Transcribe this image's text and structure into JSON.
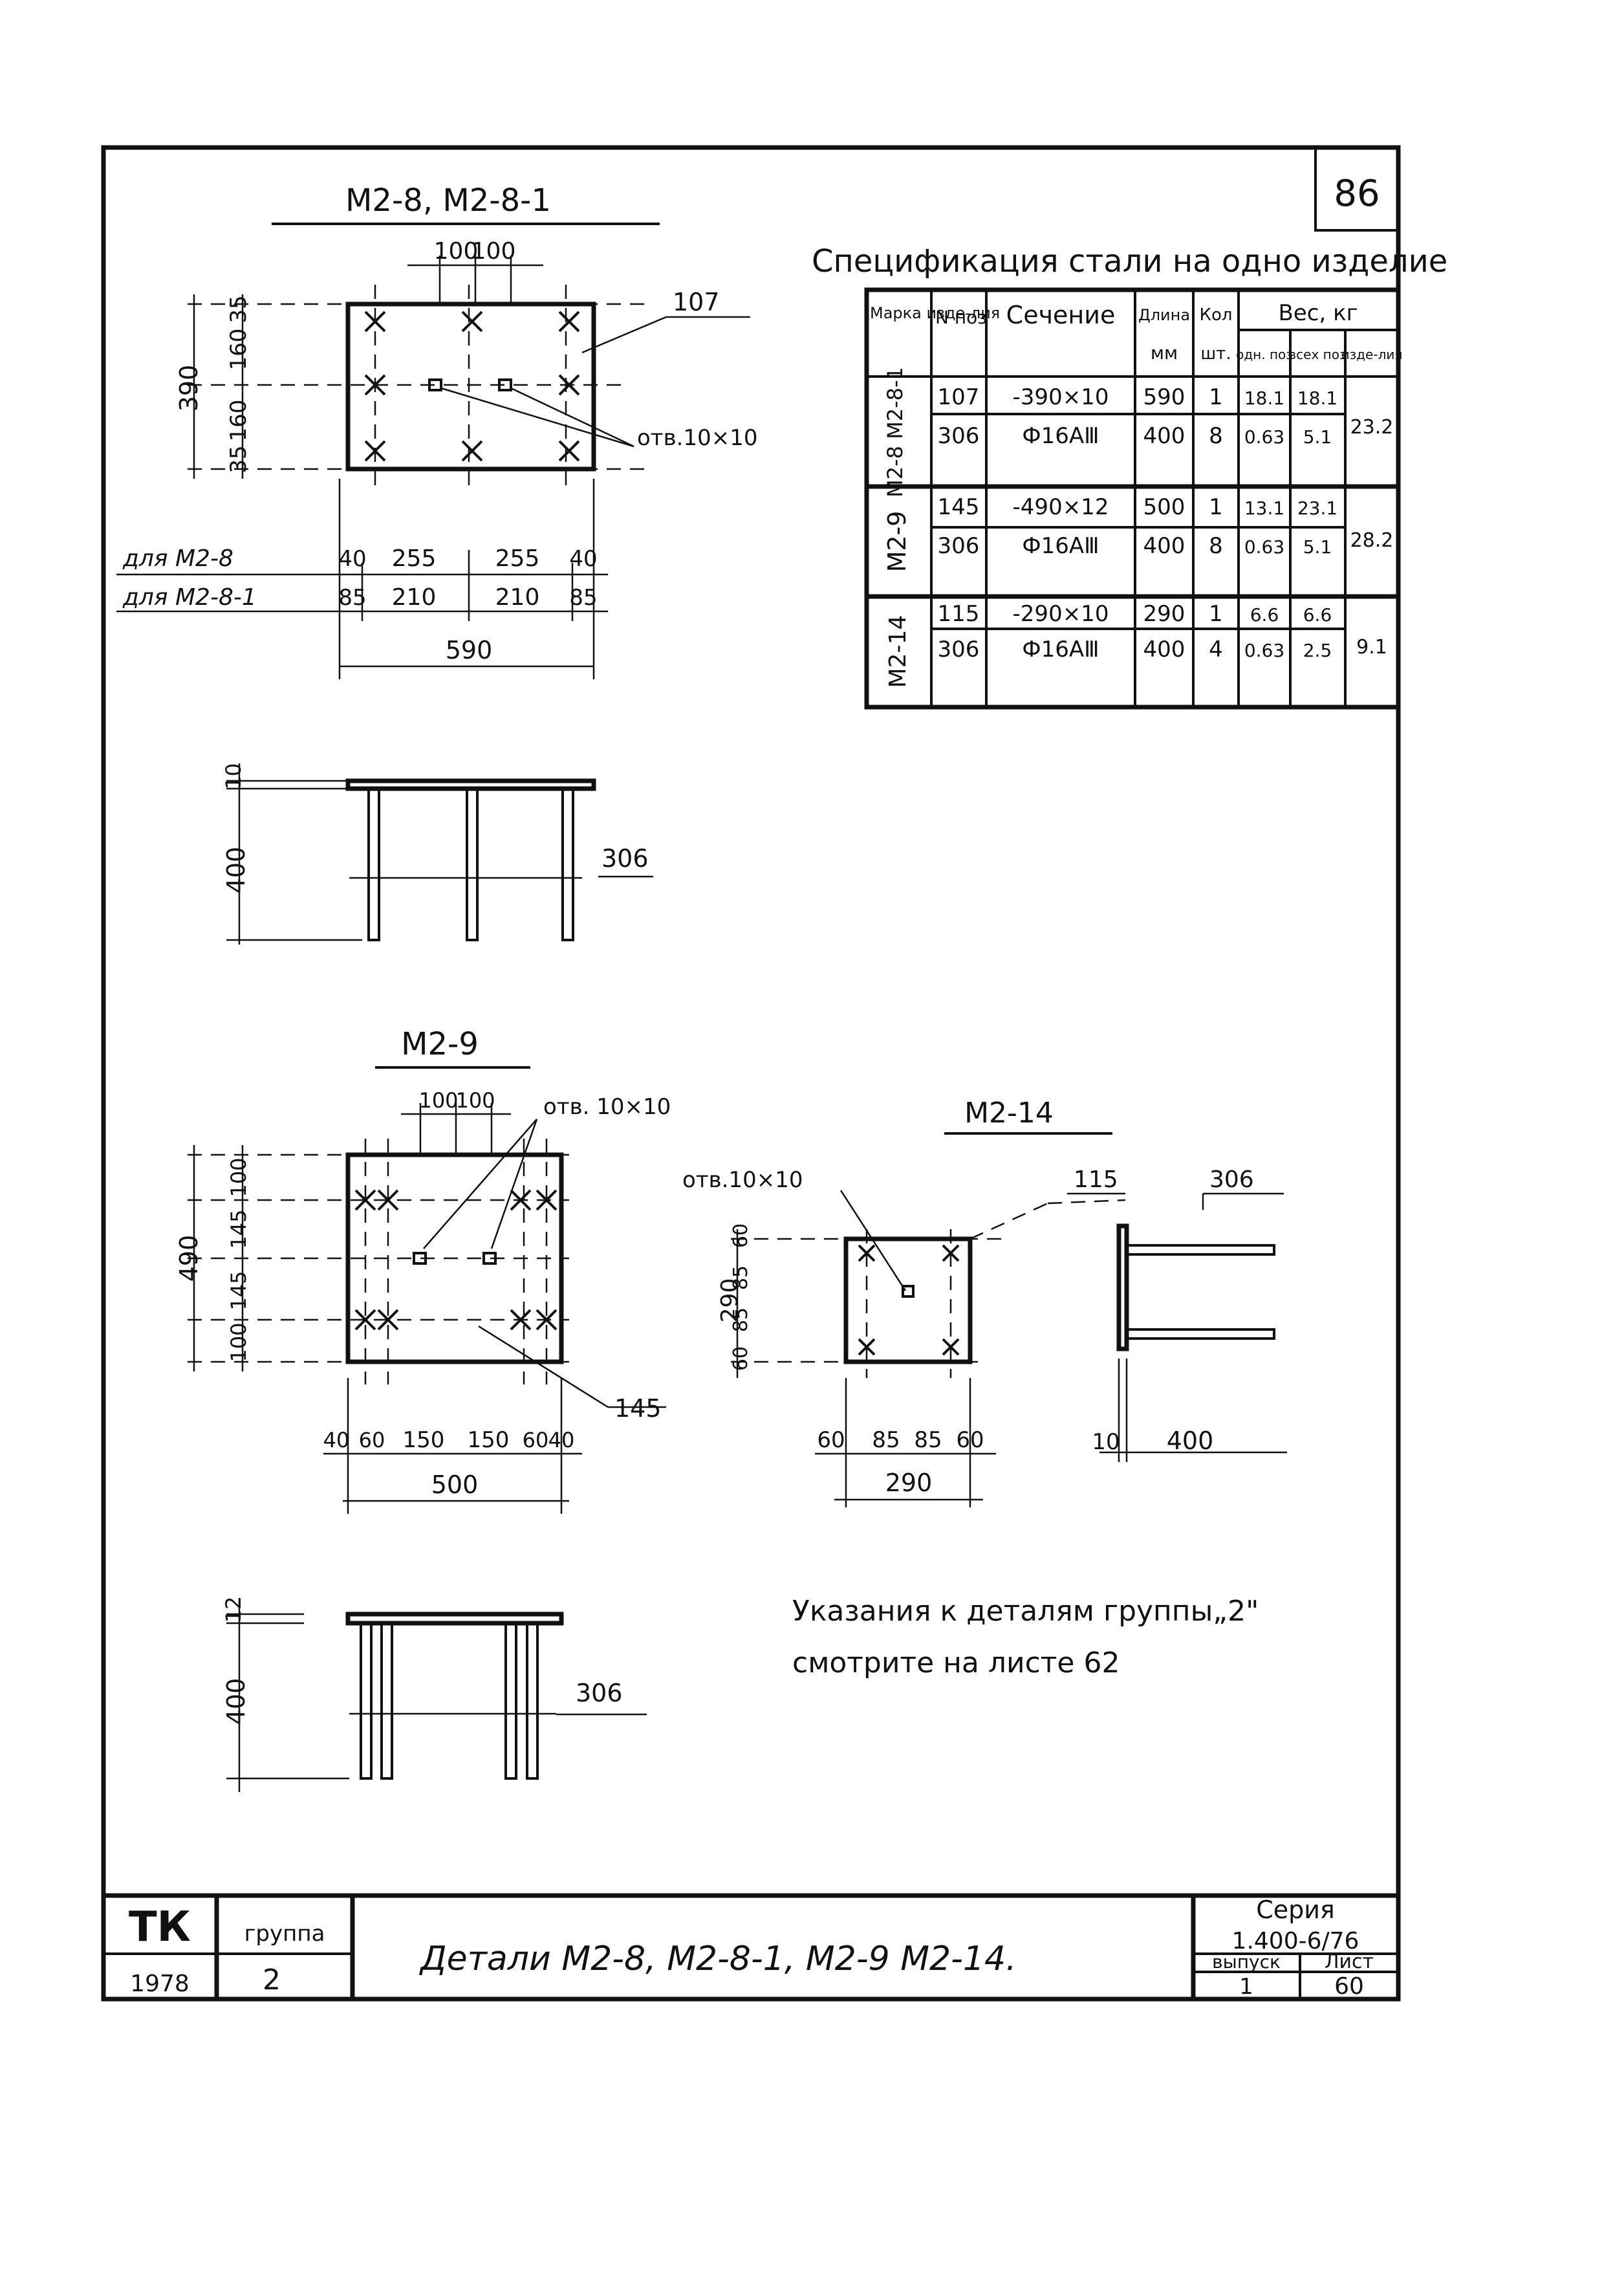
{
  "sheet_number": "86",
  "spec": {
    "title": "Спецификация стали на одно изделие",
    "headers": {
      "marka": "Марка изде-лия",
      "pos": "N поз",
      "section": "Сечение",
      "length": "Длина",
      "length_unit": "мм",
      "qty": "Кол",
      "qty_unit": "шт.",
      "weight": "Вес, кг",
      "w_one": "одн. поз",
      "w_all": "всех поз",
      "w_item": "изде-лия"
    },
    "groups": [
      {
        "marka": "М2-8 М2-8-1",
        "item_weight": "23.2",
        "rows": [
          {
            "pos": "107",
            "section": "-390×10",
            "length": "590",
            "qty": "1",
            "w_one": "18.1",
            "w_all": "18.1"
          },
          {
            "pos": "306",
            "section": "Ф16АⅢ",
            "length": "400",
            "qty": "8",
            "w_one": "0.63",
            "w_all": "5.1"
          }
        ]
      },
      {
        "marka": "М2-9",
        "item_weight": "28.2",
        "rows": [
          {
            "pos": "145",
            "section": "-490×12",
            "length": "500",
            "qty": "1",
            "w_one": "13.1",
            "w_all": "23.1"
          },
          {
            "pos": "306",
            "section": "Ф16АⅢ",
            "length": "400",
            "qty": "8",
            "w_one": "0.63",
            "w_all": "5.1"
          }
        ]
      },
      {
        "marka": "М2-14",
        "item_weight": "9.1",
        "rows": [
          {
            "pos": "115",
            "section": "-290×10",
            "length": "290",
            "qty": "1",
            "w_one": "6.6",
            "w_all": "6.6"
          },
          {
            "pos": "306",
            "section": "Ф16АⅢ",
            "length": "400",
            "qty": "4",
            "w_one": "0.63",
            "w_all": "2.5"
          }
        ]
      }
    ]
  },
  "m28": {
    "title": "М2-8,  М2-8-1",
    "top_dims": [
      "100",
      "100"
    ],
    "left_dims": [
      "35",
      "160",
      "160",
      "35"
    ],
    "overall_h": "390",
    "plate_label": "107",
    "hole_label": "отв.10×10",
    "row1_label": "для  М2-8",
    "row1_dims": [
      "40",
      "255",
      "255",
      "40"
    ],
    "row2_label": "для  М2-8-1",
    "row2_dims": [
      "85",
      "210",
      "210",
      "85"
    ],
    "overall_w": "590",
    "elev_thk": "10",
    "elev_h": "400",
    "elev_bar": "306"
  },
  "m29": {
    "title": "М2-9",
    "top_dims": [
      "100",
      "100"
    ],
    "hole_label": "отв. 10×10",
    "left_dims": [
      "100",
      "145",
      "145",
      "100"
    ],
    "overall_h": "490",
    "plate_label": "145",
    "bottom_dims": [
      "40",
      "60",
      "150",
      "150",
      "60",
      "40"
    ],
    "overall_w": "500",
    "elev_thk": "12",
    "elev_h": "400",
    "elev_bar": "306"
  },
  "m214": {
    "title": "М2-14",
    "hole_label": "отв.10×10",
    "left_dims": [
      "60",
      "85",
      "85",
      "60"
    ],
    "overall_h": "290",
    "bottom_dims": [
      "60",
      "85",
      "85",
      "60"
    ],
    "overall_w": "290",
    "plate_label": "115",
    "bar_label": "306",
    "side_thk": "10",
    "side_len": "400"
  },
  "note_line1": "Указания к деталям группы„2\"",
  "note_line2": "смотрите  на  листе  62",
  "stamp": {
    "org": "ТК",
    "group_label": "группа",
    "group_value": "2",
    "year": "1978",
    "title": "Детали  М2-8, М2-8-1, М2-9 М2-14.",
    "series_label": "Серия",
    "series_value": "1.400-6/76",
    "issue_label": "выпуск",
    "issue_value": "1",
    "sheet_label": "Лист",
    "sheet_value": "60"
  }
}
